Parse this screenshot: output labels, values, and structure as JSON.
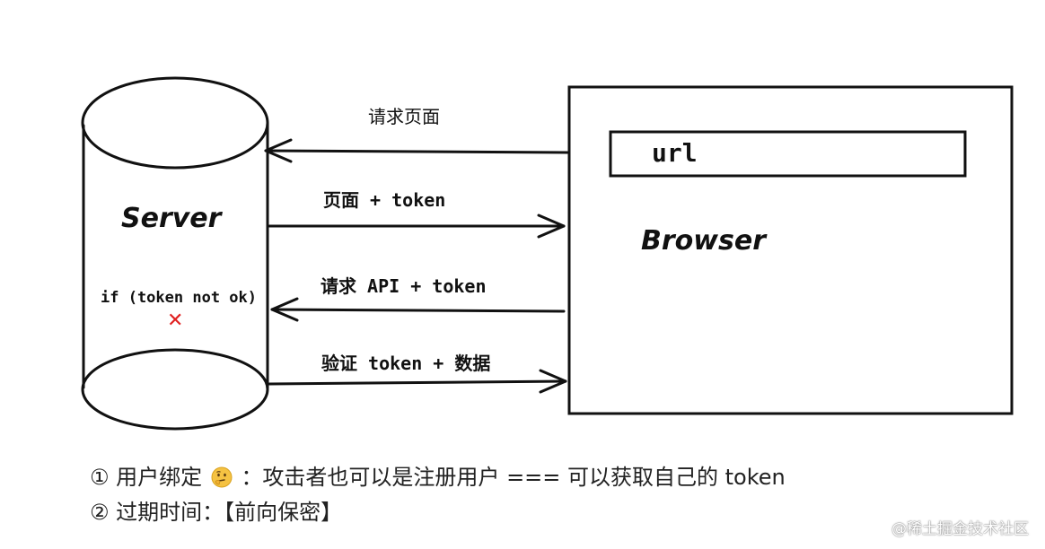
{
  "server": {
    "label": "Server",
    "condition": "if (token not ok)",
    "fail_mark": "✕"
  },
  "browser": {
    "label": "Browser",
    "address_bar_text": "url"
  },
  "arrows": [
    {
      "label": "请求页面",
      "direction": "to-server"
    },
    {
      "label": "页面 + token",
      "direction": "to-browser"
    },
    {
      "label": "请求 API + token",
      "direction": "to-server"
    },
    {
      "label": "验证 token + 数据",
      "direction": "to-browser"
    }
  ],
  "notes": [
    {
      "marker": "①",
      "before": "用户绑定",
      "icon": "thinking-face-icon",
      "after": "：攻击者也可以是注册用户 === 可以获取自己的 token"
    },
    {
      "marker": "②",
      "before": "过期时间：【前向保密】",
      "icon": null,
      "after": ""
    }
  ],
  "credit": "@稀土掘金技术社区",
  "colors": {
    "ink": "#111111",
    "fail": "#e02020",
    "emoji": "#f5c242"
  }
}
